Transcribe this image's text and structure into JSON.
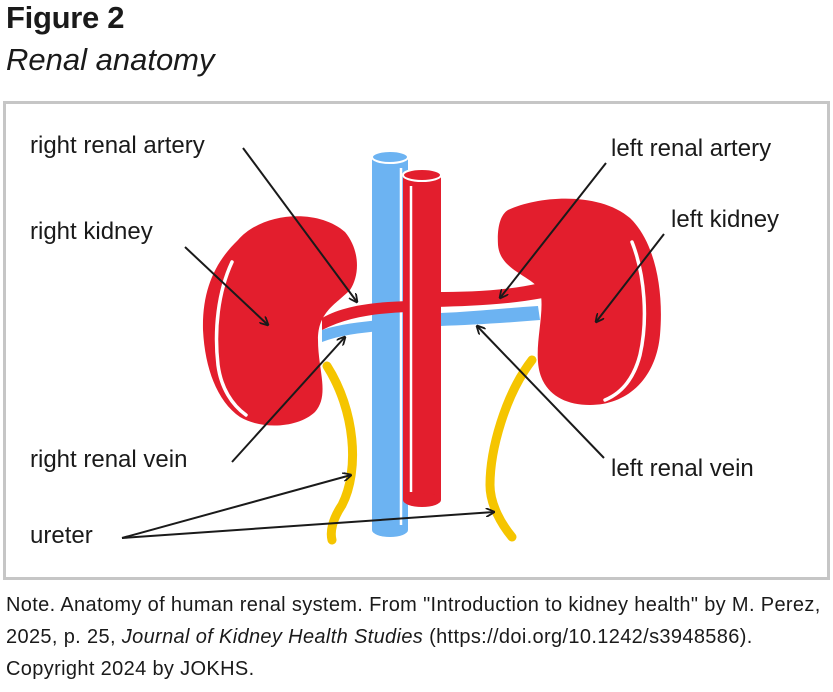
{
  "figure": {
    "number": "Figure 2",
    "title": "Renal anatomy"
  },
  "labels": {
    "right_renal_artery": "right renal artery",
    "right_kidney": "right kidney",
    "right_renal_vein": "right renal vein",
    "ureter": "ureter",
    "left_renal_artery": "left renal artery",
    "left_kidney": "left kidney",
    "left_renal_vein": "left renal vein"
  },
  "colors": {
    "artery": "#e31e2d",
    "vein": "#6cb3f2",
    "ureter": "#f5c500",
    "frame": "#c6c6c6"
  },
  "note": {
    "lead": "Note. Anatomy of human renal system. From \"Introduction to kidney health\" by M. Perez, 2025, p. 25, ",
    "journal": "Journal of Kidney Health Studies",
    "tail": " (https://doi.org/10.1242/s3948586). Copyright 2024 by JOKHS."
  }
}
